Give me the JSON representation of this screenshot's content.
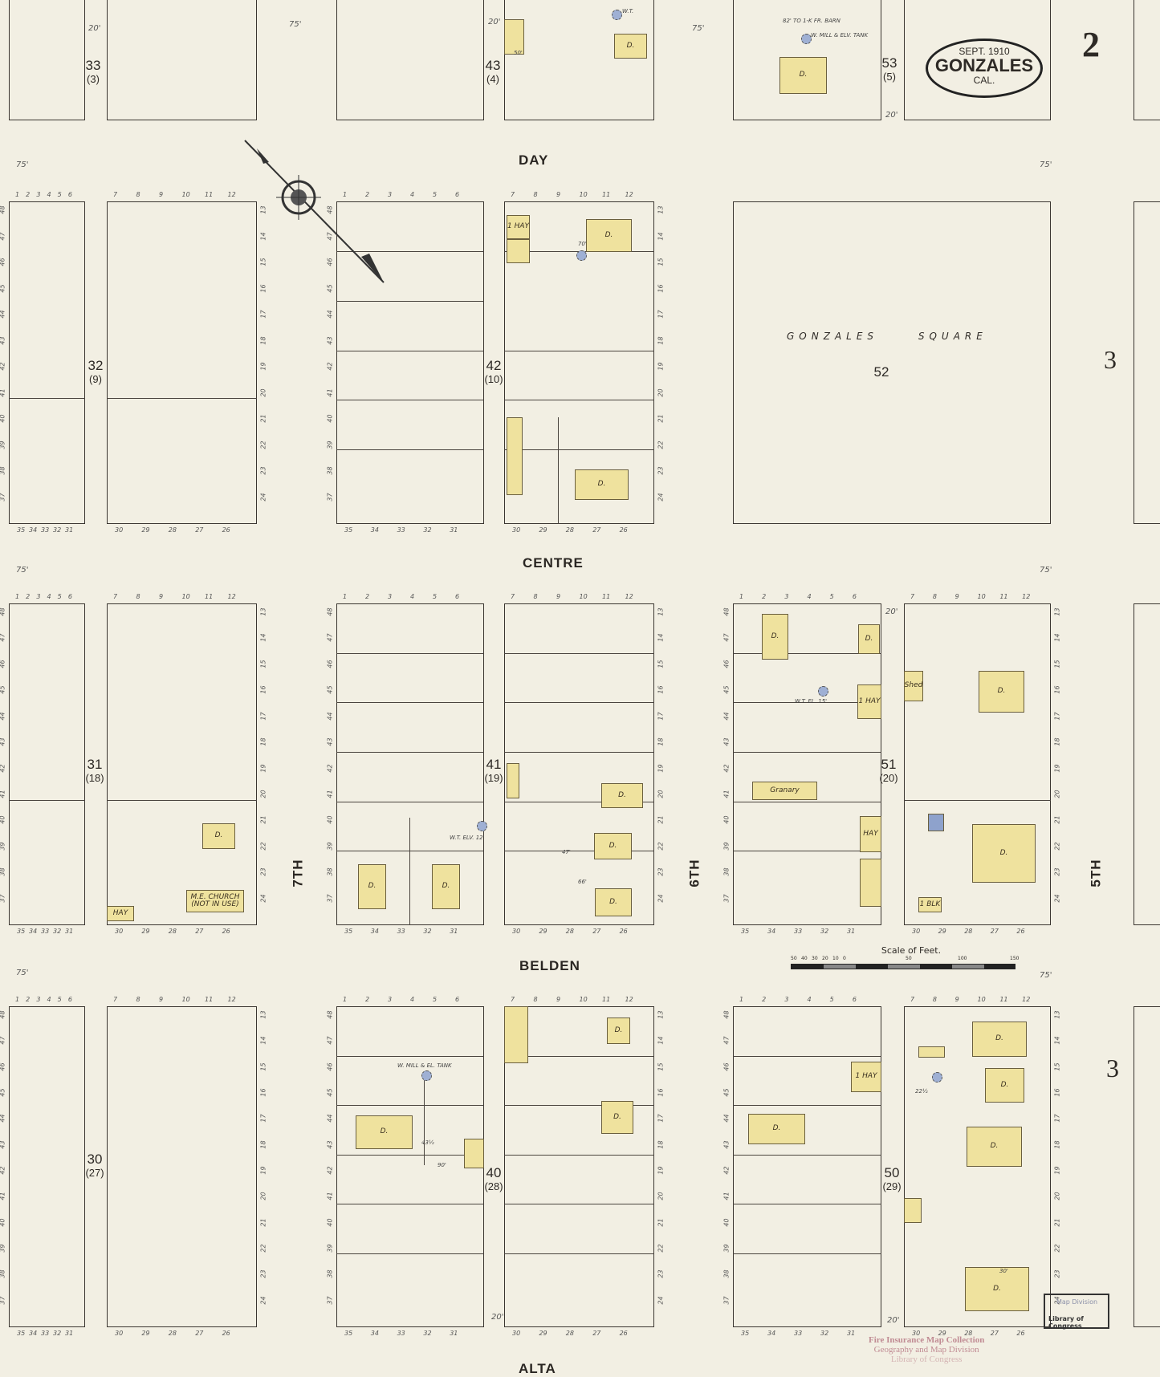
{
  "title": {
    "date": "SEPT. 1910",
    "town": "GONZALES",
    "state": "CAL."
  },
  "sheet_number": "2",
  "adjoining_sheets": [
    "3",
    "3"
  ],
  "streets": {
    "horizontal": [
      "DAY",
      "CENTRE",
      "BELDEN",
      "ALTA"
    ],
    "vertical": [
      "7TH",
      "6TH",
      "5TH"
    ]
  },
  "square_name": "GONZALES SQUARE",
  "blocks": [
    {
      "number": "33",
      "sub": "(3)"
    },
    {
      "number": "43",
      "sub": "(4)"
    },
    {
      "number": "53",
      "sub": "(5)"
    },
    {
      "number": "32",
      "sub": "(9)"
    },
    {
      "number": "42",
      "sub": "(10)"
    },
    {
      "number": "52",
      "sub": ""
    },
    {
      "number": "31",
      "sub": "(18)"
    },
    {
      "number": "41",
      "sub": "(19)"
    },
    {
      "number": "51",
      "sub": "(20)"
    },
    {
      "number": "30",
      "sub": "(27)"
    },
    {
      "number": "40",
      "sub": "(28)"
    },
    {
      "number": "50",
      "sub": "(29)"
    }
  ],
  "street_widths": [
    "75'",
    "75'",
    "75'",
    "75'",
    "75'",
    "75'",
    "75'",
    "75'"
  ],
  "alley_widths": [
    "20'",
    "20'",
    "20'",
    "20'",
    "20'",
    "20'"
  ],
  "lot_numbers": {
    "top_west": [
      "7",
      "8",
      "9",
      "10",
      "11",
      "12"
    ],
    "top_east": [
      "1",
      "2",
      "3",
      "4",
      "5",
      "6"
    ],
    "bottom_west": [
      "30",
      "29",
      "28",
      "27",
      "26"
    ],
    "bottom_east": [
      "35",
      "34",
      "33",
      "32",
      "31"
    ],
    "side_east": [
      "13",
      "14",
      "15",
      "16",
      "17",
      "18",
      "19",
      "20",
      "21",
      "22",
      "23",
      "24"
    ],
    "side_west": [
      "48",
      "47",
      "46",
      "45",
      "44",
      "43",
      "42",
      "41",
      "40",
      "39",
      "38",
      "37"
    ]
  },
  "buildings": [
    "",
    "D.",
    "D.",
    "1 HAY",
    "D.",
    "",
    "D.",
    "",
    "D.",
    "M.E. CHURCH (NOT IN USE)",
    "HAY",
    "D.",
    "D.",
    "D.",
    "D.",
    "D.",
    "",
    "D.",
    "D.",
    "1 HAY",
    "Granary",
    "HAY",
    "D.",
    "Shed",
    "",
    "D.",
    "1 BLK",
    "",
    "D.",
    "",
    "D.",
    "D.",
    "",
    "D.",
    "1 HAY",
    "D.",
    "D.",
    "D.",
    "D.",
    "",
    ""
  ],
  "notes": [
    "W.T.",
    "82' TO 1-K FR. BARN",
    "W. MILL & ELV. TANK",
    "W.T. EL. 15'",
    "W.T. ELV. 12'",
    "W. MILL & EL. TANK",
    "22½",
    "50'",
    "70'",
    "66'",
    "47'",
    "43½",
    "90'",
    "30'"
  ],
  "scale": {
    "label": "Scale of Feet.",
    "ticks": [
      "50",
      "40",
      "30",
      "20",
      "10",
      "0",
      "50",
      "100",
      "150"
    ]
  },
  "stamps": {
    "map_division": [
      "Map Division",
      "Library of Congress"
    ],
    "collection": [
      "Fire Insurance Map Collection",
      "Geography and Map Division",
      "Library of Congress"
    ]
  },
  "colors": {
    "paper": "#f2efe3",
    "frame_building": "#efe29e",
    "brick_building": "#8ea2cc",
    "ink": "#3a3530"
  }
}
